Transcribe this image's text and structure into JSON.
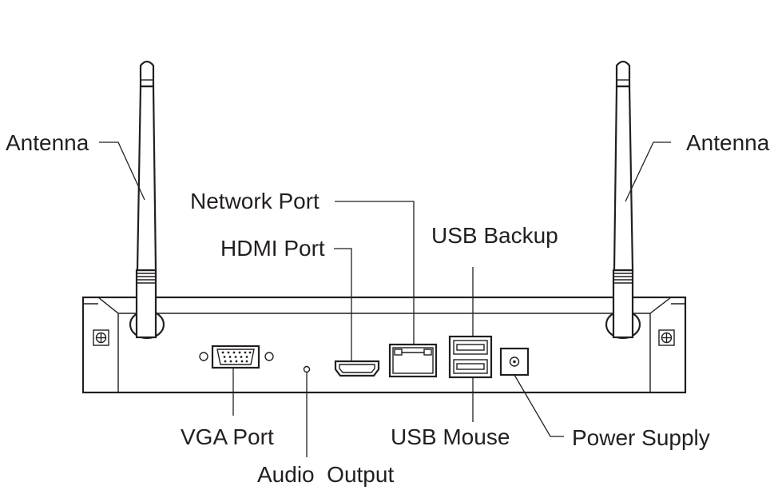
{
  "labels": {
    "antenna_left": "Antenna",
    "antenna_right": "Antenna",
    "network_port": "Network Port",
    "hdmi_port": "HDMI Port",
    "usb_backup": "USB Backup",
    "vga_port": "VGA Port",
    "audio_output": "Audio  Output",
    "usb_mouse": "USB Mouse",
    "power_supply": "Power Supply"
  },
  "colors": {
    "line": "#231f20",
    "background": "#ffffff"
  }
}
